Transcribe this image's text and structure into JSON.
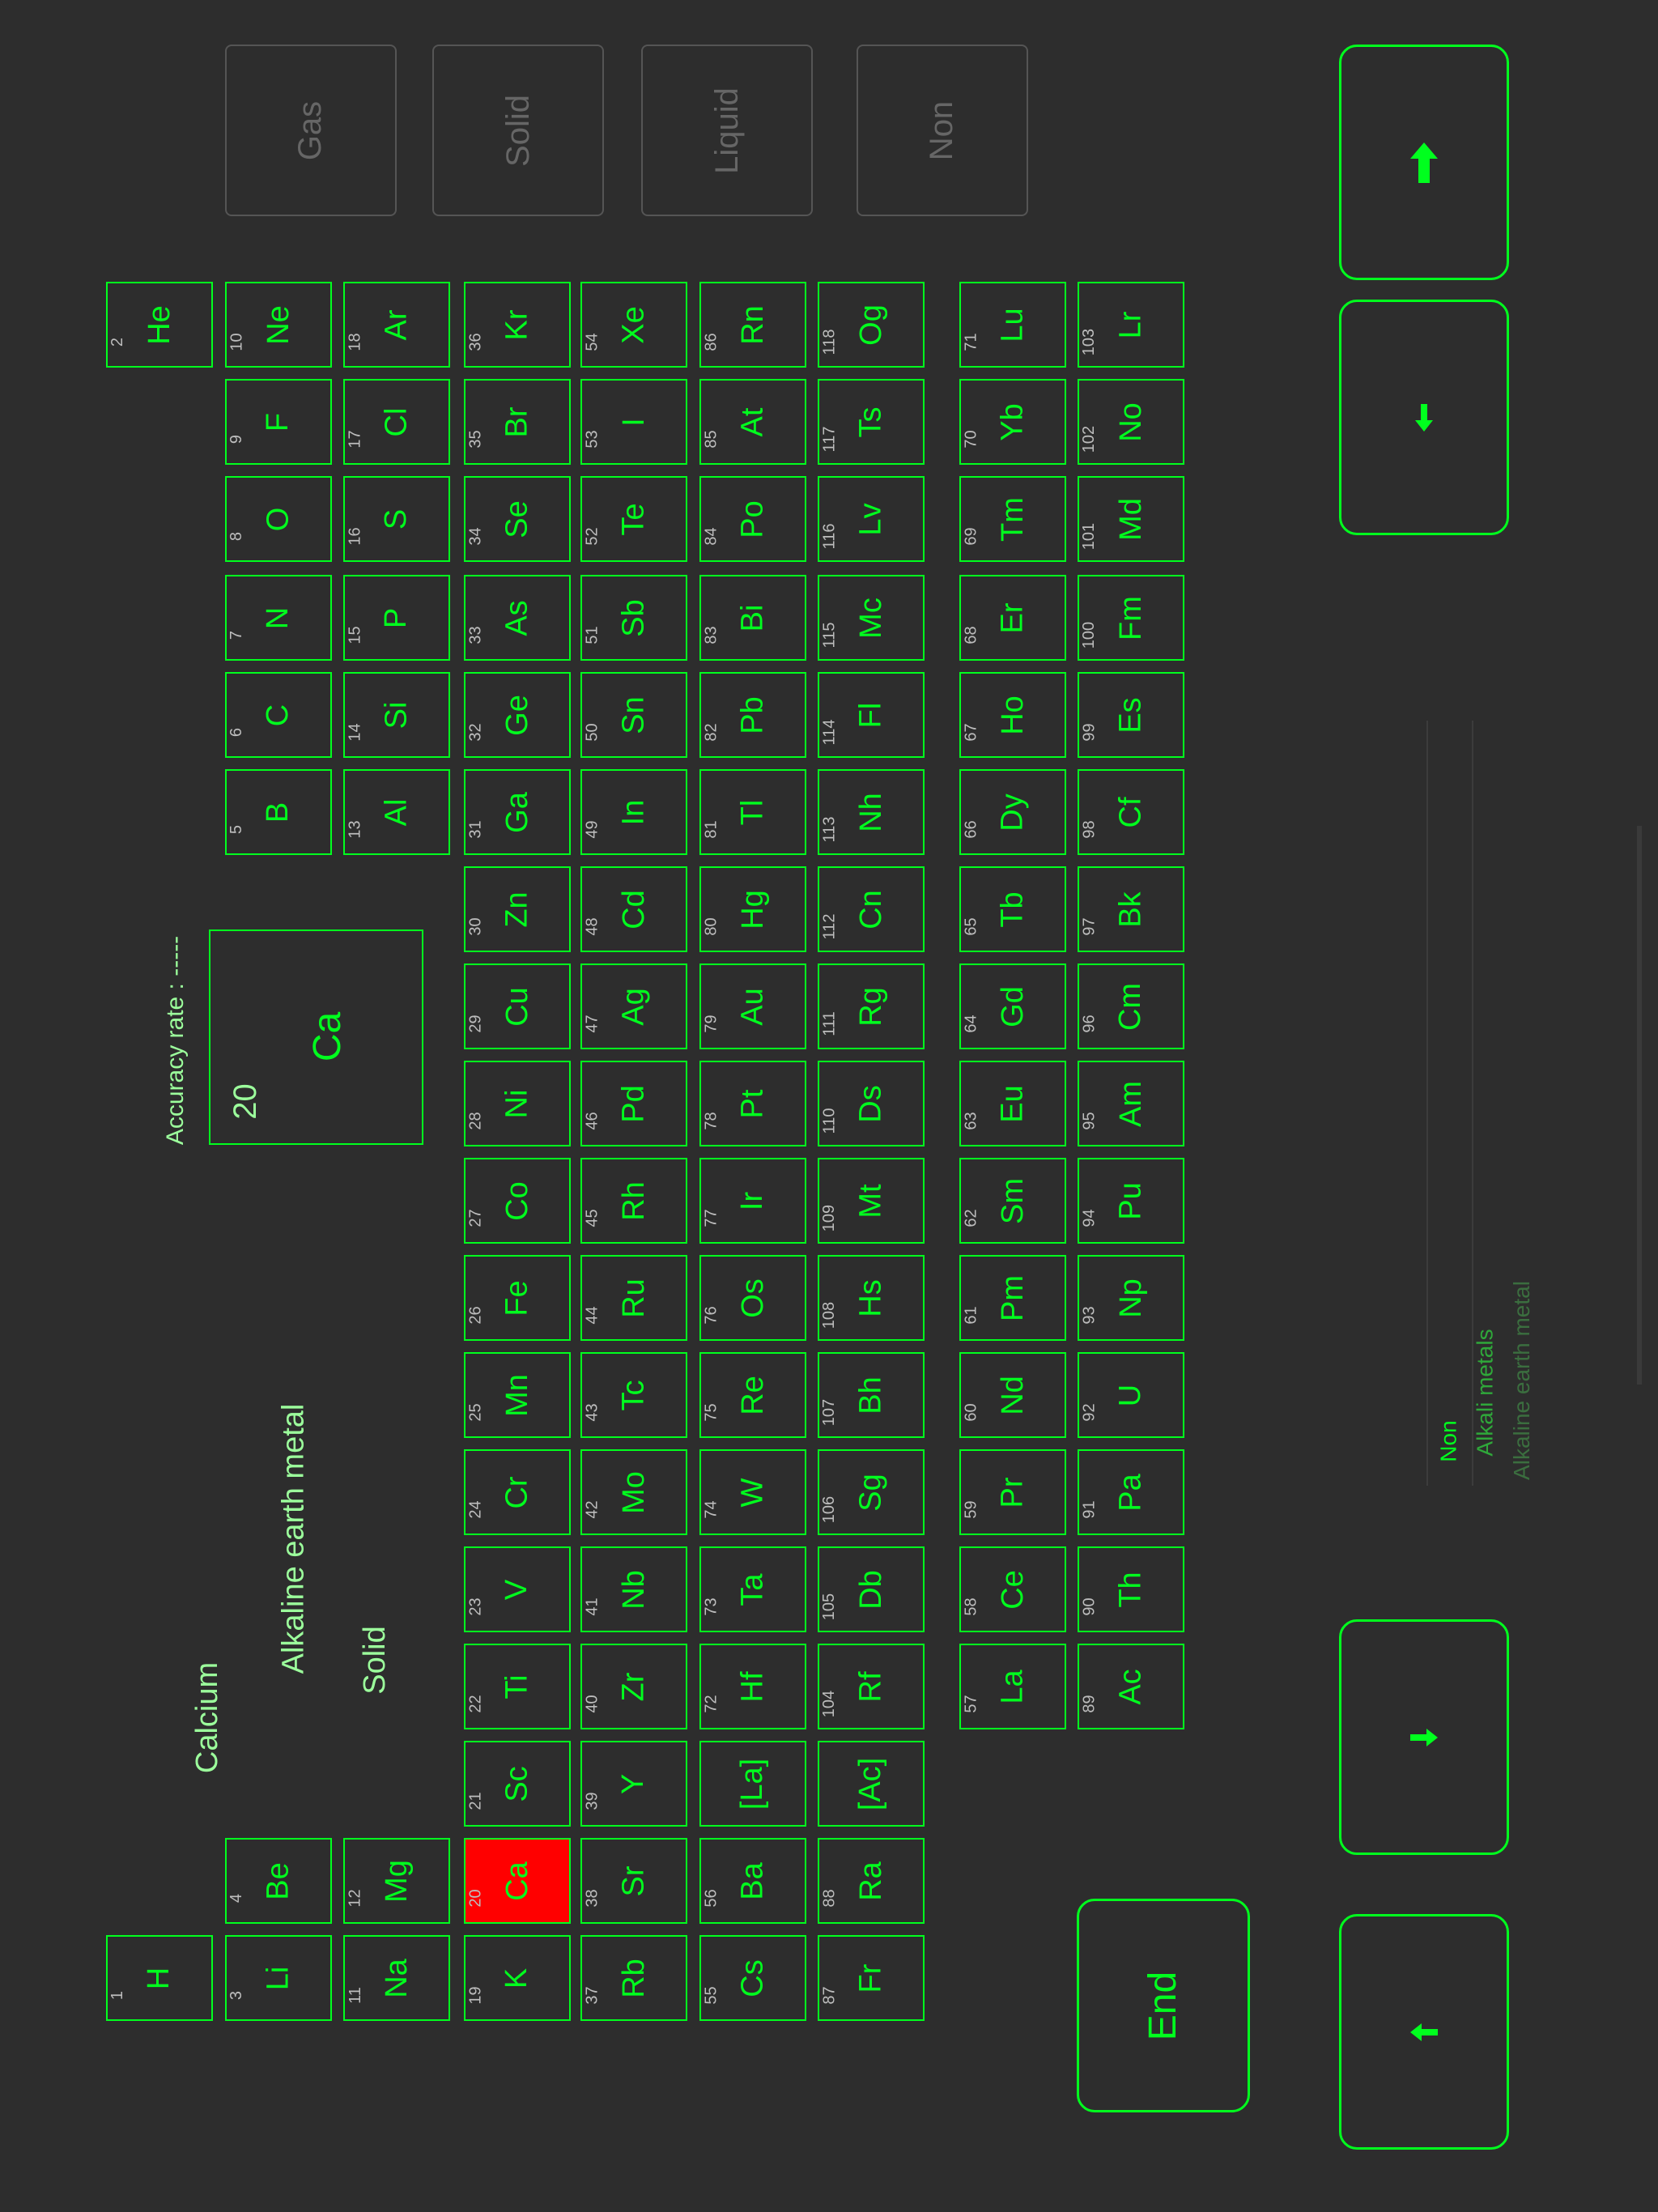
{
  "state_filters": [
    {
      "label": "Gas",
      "active": false
    },
    {
      "label": "Solid",
      "active": false
    },
    {
      "label": "Liquid",
      "active": false
    },
    {
      "label": "Non",
      "active": true
    }
  ],
  "info": {
    "accuracy": "Accuracy rate : -----",
    "number": "20",
    "symbol": "Ca",
    "name": "Calcium",
    "category": "Alkaline earth metal",
    "state": "Solid"
  },
  "category_picker": {
    "options": [
      "Non",
      "Alkali metals",
      "Alkaline earth metal"
    ]
  },
  "buttons": {
    "end": "End",
    "up_icon": "arrow-up-icon",
    "down_icon": "arrow-down-icon",
    "right_icon": "arrow-right-icon",
    "left_icon": "arrow-left-icon"
  },
  "colors": {
    "accent": "#00ff1e",
    "background": "#2d2d2d",
    "selected": "#ff0000"
  },
  "selected_element": "Ca",
  "elements": [
    {
      "n": "1",
      "s": "H"
    },
    {
      "n": "2",
      "s": "He"
    },
    {
      "n": "3",
      "s": "Li"
    },
    {
      "n": "4",
      "s": "Be"
    },
    {
      "n": "5",
      "s": "B"
    },
    {
      "n": "6",
      "s": "C"
    },
    {
      "n": "7",
      "s": "N"
    },
    {
      "n": "8",
      "s": "O"
    },
    {
      "n": "9",
      "s": "F"
    },
    {
      "n": "10",
      "s": "Ne"
    },
    {
      "n": "11",
      "s": "Na"
    },
    {
      "n": "12",
      "s": "Mg"
    },
    {
      "n": "13",
      "s": "Al"
    },
    {
      "n": "14",
      "s": "Si"
    },
    {
      "n": "15",
      "s": "P"
    },
    {
      "n": "16",
      "s": "S"
    },
    {
      "n": "17",
      "s": "Cl"
    },
    {
      "n": "18",
      "s": "Ar"
    },
    {
      "n": "19",
      "s": "K"
    },
    {
      "n": "20",
      "s": "Ca"
    },
    {
      "n": "21",
      "s": "Sc"
    },
    {
      "n": "22",
      "s": "Ti"
    },
    {
      "n": "23",
      "s": "V"
    },
    {
      "n": "24",
      "s": "Cr"
    },
    {
      "n": "25",
      "s": "Mn"
    },
    {
      "n": "26",
      "s": "Fe"
    },
    {
      "n": "27",
      "s": "Co"
    },
    {
      "n": "28",
      "s": "Ni"
    },
    {
      "n": "29",
      "s": "Cu"
    },
    {
      "n": "30",
      "s": "Zn"
    },
    {
      "n": "31",
      "s": "Ga"
    },
    {
      "n": "32",
      "s": "Ge"
    },
    {
      "n": "33",
      "s": "As"
    },
    {
      "n": "34",
      "s": "Se"
    },
    {
      "n": "35",
      "s": "Br"
    },
    {
      "n": "36",
      "s": "Kr"
    },
    {
      "n": "37",
      "s": "Rb"
    },
    {
      "n": "38",
      "s": "Sr"
    },
    {
      "n": "39",
      "s": "Y"
    },
    {
      "n": "40",
      "s": "Zr"
    },
    {
      "n": "41",
      "s": "Nb"
    },
    {
      "n": "42",
      "s": "Mo"
    },
    {
      "n": "43",
      "s": "Tc"
    },
    {
      "n": "44",
      "s": "Ru"
    },
    {
      "n": "45",
      "s": "Rh"
    },
    {
      "n": "46",
      "s": "Pd"
    },
    {
      "n": "47",
      "s": "Ag"
    },
    {
      "n": "48",
      "s": "Cd"
    },
    {
      "n": "49",
      "s": "In"
    },
    {
      "n": "50",
      "s": "Sn"
    },
    {
      "n": "51",
      "s": "Sb"
    },
    {
      "n": "52",
      "s": "Te"
    },
    {
      "n": "53",
      "s": "I"
    },
    {
      "n": "54",
      "s": "Xe"
    },
    {
      "n": "55",
      "s": "Cs"
    },
    {
      "n": "56",
      "s": "Ba"
    },
    {
      "n": "",
      "s": "[La]"
    },
    {
      "n": "72",
      "s": "Hf"
    },
    {
      "n": "73",
      "s": "Ta"
    },
    {
      "n": "74",
      "s": "W"
    },
    {
      "n": "75",
      "s": "Re"
    },
    {
      "n": "76",
      "s": "Os"
    },
    {
      "n": "77",
      "s": "Ir"
    },
    {
      "n": "78",
      "s": "Pt"
    },
    {
      "n": "79",
      "s": "Au"
    },
    {
      "n": "80",
      "s": "Hg"
    },
    {
      "n": "81",
      "s": "Tl"
    },
    {
      "n": "82",
      "s": "Pb"
    },
    {
      "n": "83",
      "s": "Bi"
    },
    {
      "n": "84",
      "s": "Po"
    },
    {
      "n": "85",
      "s": "At"
    },
    {
      "n": "86",
      "s": "Rn"
    },
    {
      "n": "87",
      "s": "Fr"
    },
    {
      "n": "88",
      "s": "Ra"
    },
    {
      "n": "",
      "s": "[Ac]"
    },
    {
      "n": "104",
      "s": "Rf"
    },
    {
      "n": "105",
      "s": "Db"
    },
    {
      "n": "106",
      "s": "Sg"
    },
    {
      "n": "107",
      "s": "Bh"
    },
    {
      "n": "108",
      "s": "Hs"
    },
    {
      "n": "109",
      "s": "Mt"
    },
    {
      "n": "110",
      "s": "Ds"
    },
    {
      "n": "111",
      "s": "Rg"
    },
    {
      "n": "112",
      "s": "Cn"
    },
    {
      "n": "113",
      "s": "Nh"
    },
    {
      "n": "114",
      "s": "Fl"
    },
    {
      "n": "115",
      "s": "Mc"
    },
    {
      "n": "116",
      "s": "Lv"
    },
    {
      "n": "117",
      "s": "Ts"
    },
    {
      "n": "118",
      "s": "Og"
    },
    {
      "n": "57",
      "s": "La"
    },
    {
      "n": "58",
      "s": "Ce"
    },
    {
      "n": "59",
      "s": "Pr"
    },
    {
      "n": "60",
      "s": "Nd"
    },
    {
      "n": "61",
      "s": "Pm"
    },
    {
      "n": "62",
      "s": "Sm"
    },
    {
      "n": "63",
      "s": "Eu"
    },
    {
      "n": "64",
      "s": "Gd"
    },
    {
      "n": "65",
      "s": "Tb"
    },
    {
      "n": "66",
      "s": "Dy"
    },
    {
      "n": "67",
      "s": "Ho"
    },
    {
      "n": "68",
      "s": "Er"
    },
    {
      "n": "69",
      "s": "Tm"
    },
    {
      "n": "70",
      "s": "Yb"
    },
    {
      "n": "71",
      "s": "Lu"
    },
    {
      "n": "89",
      "s": "Ac"
    },
    {
      "n": "90",
      "s": "Th"
    },
    {
      "n": "91",
      "s": "Pa"
    },
    {
      "n": "92",
      "s": "U"
    },
    {
      "n": "93",
      "s": "Np"
    },
    {
      "n": "94",
      "s": "Pu"
    },
    {
      "n": "95",
      "s": "Am"
    },
    {
      "n": "96",
      "s": "Cm"
    },
    {
      "n": "97",
      "s": "Bk"
    },
    {
      "n": "98",
      "s": "Cf"
    },
    {
      "n": "99",
      "s": "Es"
    },
    {
      "n": "100",
      "s": "Fm"
    },
    {
      "n": "101",
      "s": "Md"
    },
    {
      "n": "102",
      "s": "No"
    },
    {
      "n": "103",
      "s": "Lr"
    }
  ]
}
